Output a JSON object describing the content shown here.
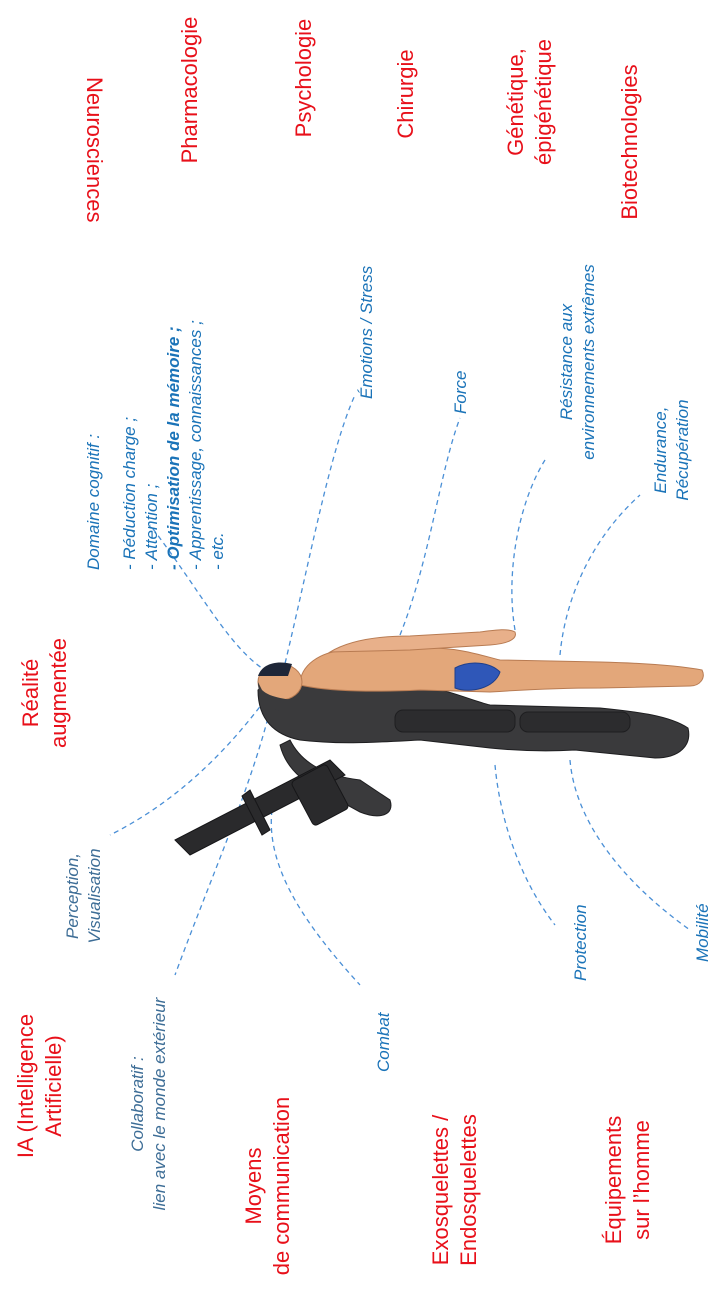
{
  "domains": {
    "neurosciences": "Neurosciences",
    "pharmacologie": "Pharmacologie",
    "psychologie": "Psychologie",
    "chirurgie": "Chirurgie",
    "genetique": [
      "Génétique,",
      "épigénétique"
    ],
    "biotechnologies": "Biotechnologies",
    "realite_augmentee": [
      "Réalité",
      "augmentée"
    ],
    "ia": [
      "IA (Intelligence",
      "Artificielle)"
    ],
    "moyens_communication": [
      "Moyens",
      "de communication"
    ],
    "exosquelettes": [
      "Exosquelettes /",
      "Endosquelettes"
    ],
    "equipements": [
      "Équipements",
      "sur l’homme"
    ]
  },
  "capacities": {
    "cognitif": {
      "title": "Domaine cognitif :",
      "items": [
        "- Réduction charge ;",
        "- Attention ;",
        "- Optimisation de la mémoire ;",
        "- Apprentissage, connaissances ;",
        "- etc."
      ]
    },
    "emotions": "Émotions / Stress",
    "force": "Force",
    "resistance": [
      "Résistance aux",
      "environnements extrêmes"
    ],
    "endurance": [
      "Endurance,",
      "Récupération"
    ],
    "perception": [
      "Perception,",
      "Visualisation"
    ],
    "collaboratif": [
      "Collaboratif :",
      "lien avec le monde extérieur"
    ],
    "combat": "Combat",
    "protection": "Protection",
    "mobilite": "Mobilité"
  },
  "colors": {
    "domain_red": "#e8101a",
    "capacity_blue": "#1a73b8",
    "connector_blue": "#4a8fd6",
    "skin": "#e3a77a",
    "armor": "#3a3a3c",
    "swimsuit": "#2f57b8"
  },
  "figure_icon": "half-human-half-exoskeleton-soldier"
}
